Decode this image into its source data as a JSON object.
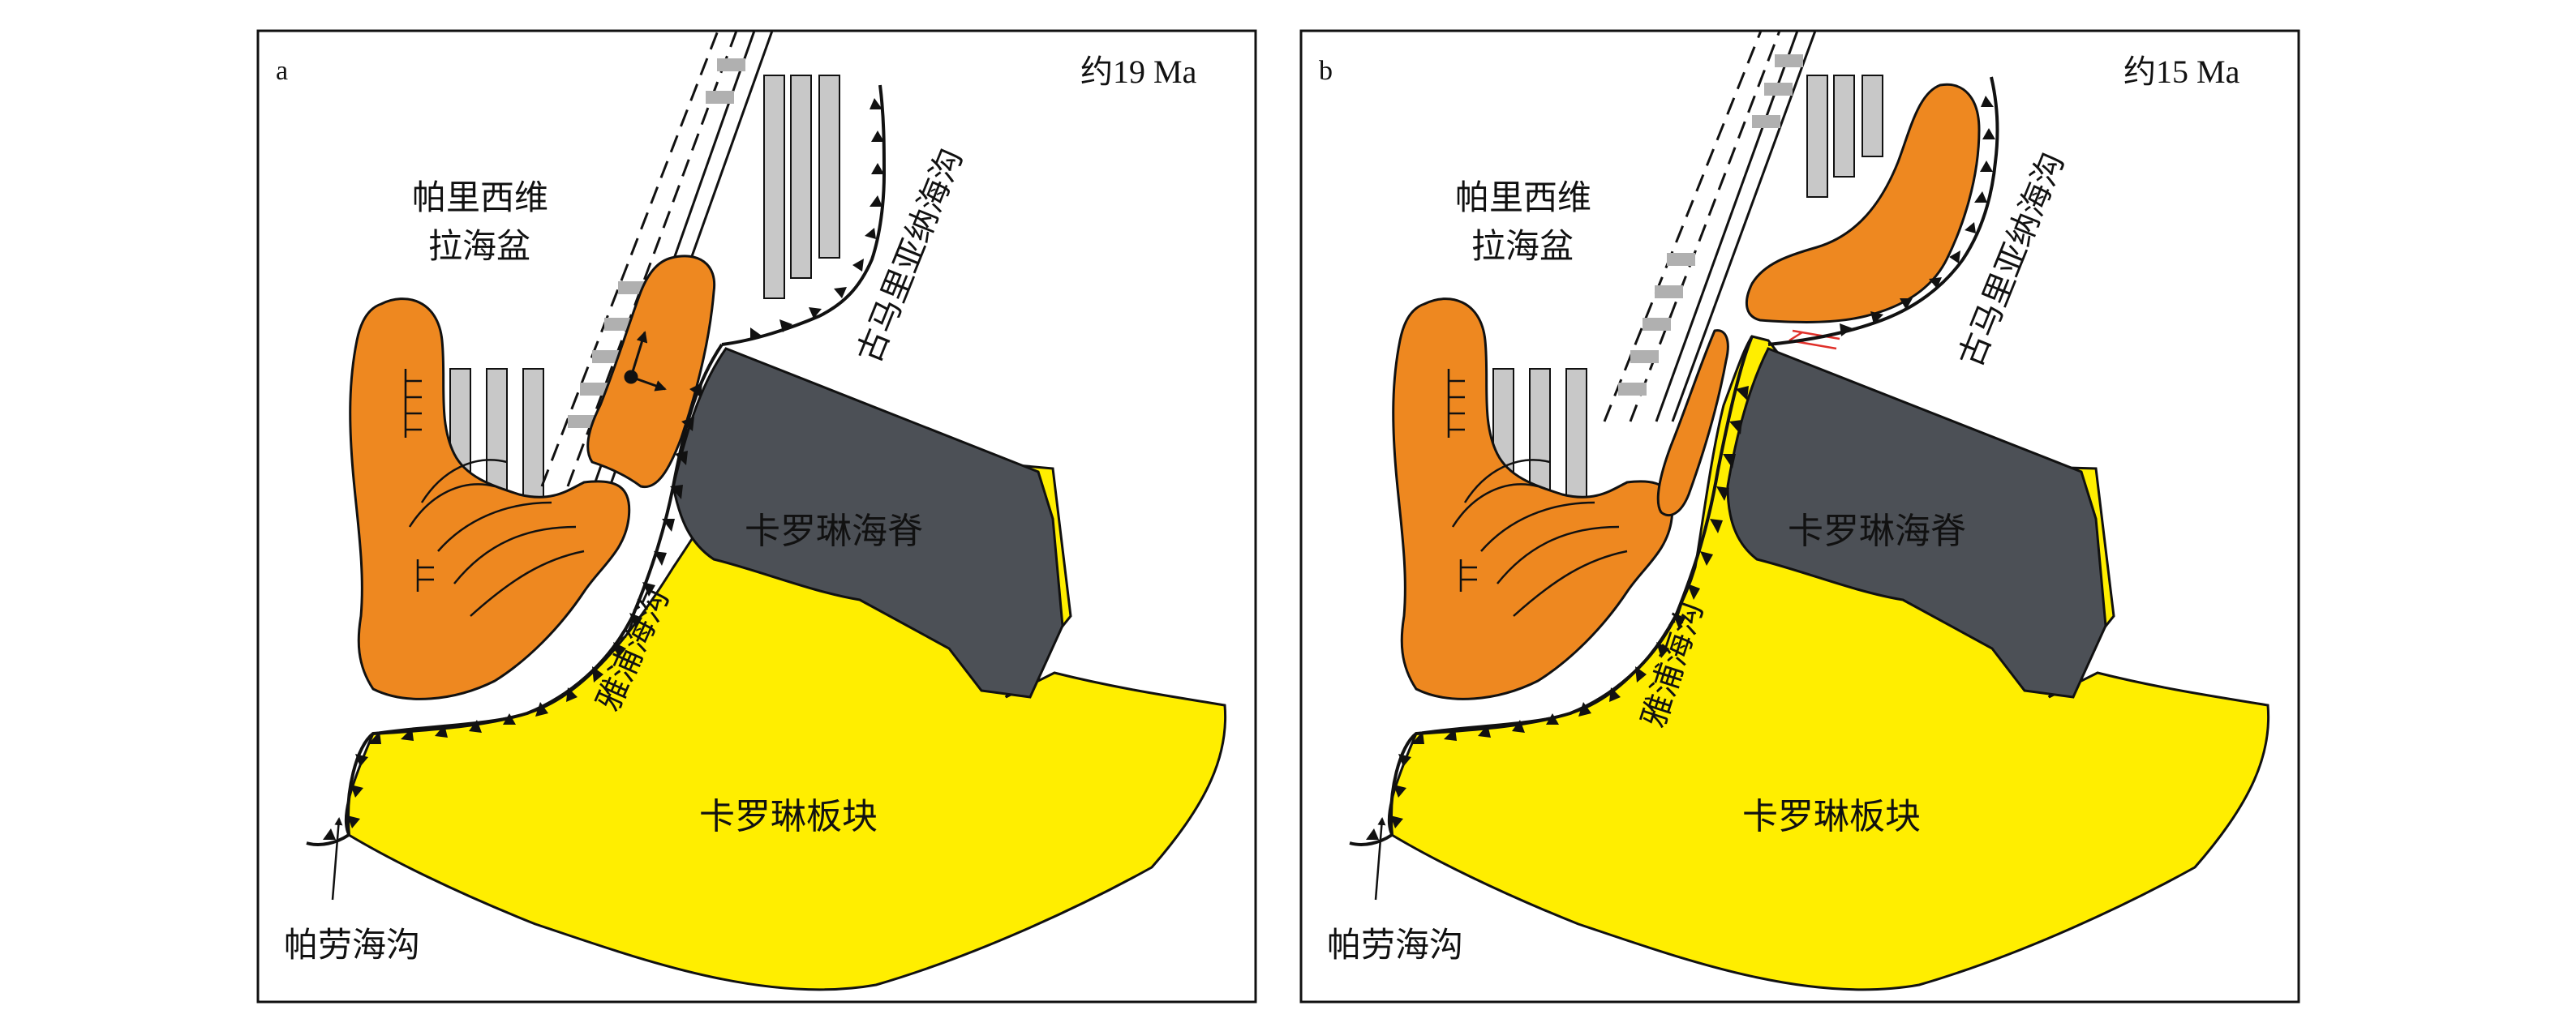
{
  "colors": {
    "orange": "#EE8820",
    "yellow": "#FFEE00",
    "dark": "#4C5056",
    "gray": "#C8C8C8",
    "red": "#E0302A",
    "line": "#111111"
  },
  "panels": [
    {
      "letter": "a",
      "age": "约19 Ma",
      "parece_vela_1": "帕里西维",
      "parece_vela_2": "拉海盆",
      "ancient_mariana": "古马里亚纳海沟",
      "caroline_ridge": "卡罗琳海脊",
      "yap_trench": "雅浦海沟",
      "caroline_plate": "卡罗琳板块",
      "palau_trench": "帕劳海沟"
    },
    {
      "letter": "b",
      "age": "约15 Ma",
      "parece_vela_1": "帕里西维",
      "parece_vela_2": "拉海盆",
      "ancient_mariana": "古马里亚纳海沟",
      "caroline_ridge": "卡罗琳海脊",
      "yap_trench": "雅浦海沟",
      "caroline_plate": "卡罗琳板块",
      "palau_trench": "帕劳海沟"
    }
  ]
}
